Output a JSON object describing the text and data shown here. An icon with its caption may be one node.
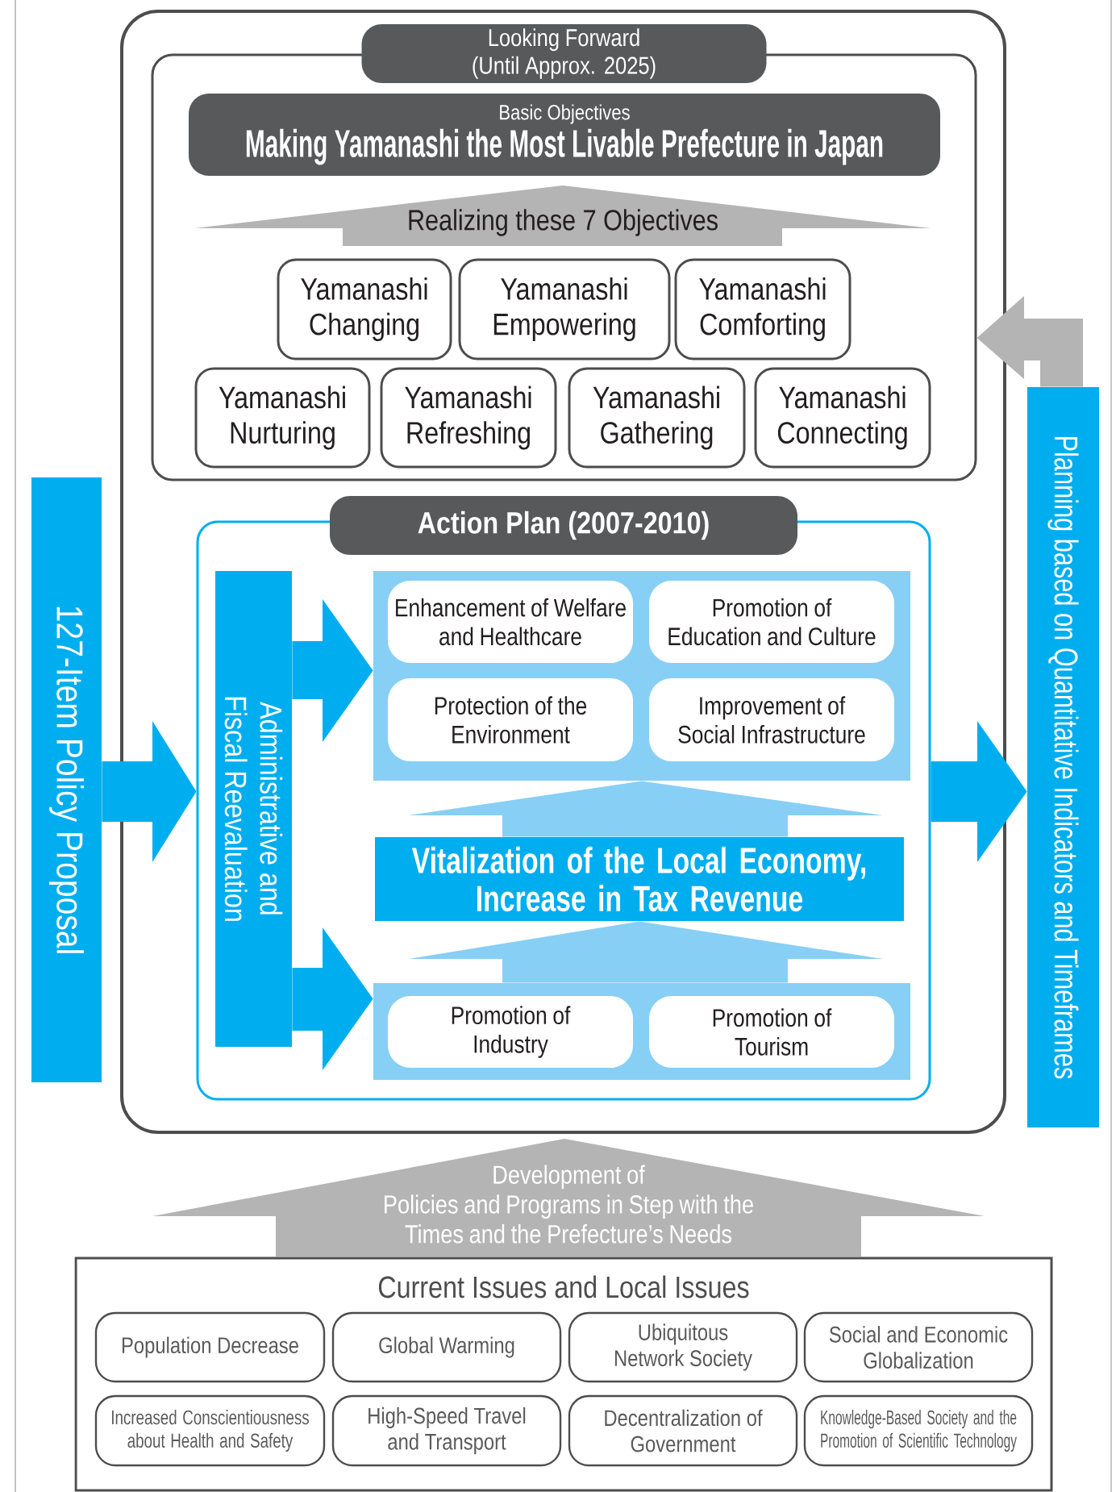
{
  "diagram": {
    "nodes": [
      {
        "text": [],
        "shape": "box"
      },
      {
        "text": [
          "Looking Forward (Until Approx. 2025)"
        ],
        "in": 0
      },
      {
        "text": [
          "Basic Objectives",
          "Making Yamanashi the Most Livable Prefecture in Japan"
        ],
        "in": 1
      },
      {
        "text": [
          "Realizing these 7 Objectives"
        ],
        "in": 1
      },
      {
        "text": [
          "Yamanashi Changing"
        ],
        "in": 1
      },
      {
        "text": [
          "Yamanashi Empowering"
        ],
        "in": 1
      },
      {
        "text": [
          "Yamanashi Comforting"
        ],
        "in": 1
      },
      {
        "text": [
          "Yamanashi Nurturing"
        ],
        "in": 1
      },
      {
        "text": [
          "Yamanashi Refreshing"
        ],
        "in": 1
      },
      {
        "text": [
          "Yamanashi Gathering"
        ],
        "in": 1
      },
      {
        "text": [
          "Yamanashi Connecting"
        ],
        "in": 1
      },
      {
        "text": [
          "Action Plan (2007-2010)"
        ],
        "in": 0
      },
      {
        "text": [
          "Administrative and Fiscal Reevaluation"
        ],
        "in": 11
      },
      {
        "text": [],
        "shape": "box",
        "in": 11
      },
      {
        "text": [
          "Enhancement of Welfare and Healthcare"
        ],
        "in": 13
      },
      {
        "text": [
          "Promotion of Education and Culture"
        ],
        "in": 13
      },
      {
        "text": [
          "Protection of the Environment"
        ],
        "in": 13
      },
      {
        "text": [
          "Improvement of Social Infrastructure"
        ],
        "in": 13
      },
      {
        "text": [
          "Vitalization of the Local Economy, Increase in Tax Revenue"
        ],
        "in": 11
      },
      {
        "text": [],
        "shape": "box",
        "in": 11
      },
      {
        "text": [
          "Promotion of Industry"
        ],
        "in": 19
      },
      {
        "text": [
          "Promotion of Tourism"
        ],
        "in": 19
      },
      {
        "text": [
          "127-Item Policy Proposal"
        ]
      },
      {
        "text": [
          "Planning based on Quantitative Indicators and Timeframes"
        ]
      },
      {
        "text": [
          "Development of Policies and Programs in Step with the Times and the Prefecture’s Needs"
        ]
      },
      {
        "text": [
          "Current Issues and Local Issues"
        ]
      },
      {
        "text": [
          "Population Decrease"
        ],
        "in": 25
      },
      {
        "text": [
          "Global Warming"
        ],
        "in": 25
      },
      {
        "text": [
          "Ubiquitous Network Society"
        ],
        "in": 25
      },
      {
        "text": [
          "Social and Economic Globalization"
        ],
        "in": 25
      },
      {
        "text": [
          "Increased Conscientiousness about Health and Safety"
        ],
        "in": 25
      },
      {
        "text": [
          "High-Speed Travel and Transport"
        ],
        "in": 25
      },
      {
        "text": [
          "Decentralization of Government"
        ],
        "in": 25
      },
      {
        "text": [
          "Knowledge-Based Society and the Promotion of Scientific Technology"
        ],
        "in": 25
      }
    ],
    "edges": [
      {
        "from": 22,
        "to": 11,
        "arrow": "to"
      },
      {
        "from": 11,
        "to": 23,
        "arrow": "to"
      },
      {
        "from": 23,
        "to": 1,
        "arrow": "to",
        "color": "#b4b4b4"
      },
      {
        "from": 12,
        "to": 13,
        "arrow": "to"
      },
      {
        "from": 12,
        "to": 19,
        "arrow": "to"
      },
      {
        "from": 18,
        "to": 13,
        "arrow": "to",
        "color": "#87cff5"
      },
      {
        "from": 19,
        "to": 18,
        "arrow": "to",
        "color": "#87cff5"
      }
    ]
  }
}
